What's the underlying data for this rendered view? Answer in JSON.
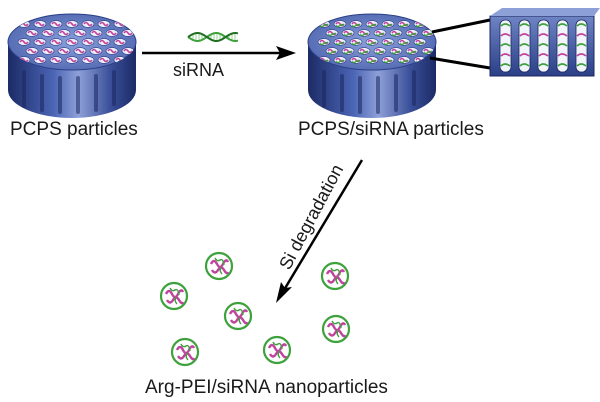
{
  "labels": {
    "pcps": "PCPS particles",
    "pcps_sirna": "PCPS/siRNA particles",
    "sirna": "siRNA",
    "degradation": "Si degradation",
    "final": "Arg-PEI/siRNA nanoparticles"
  },
  "colors": {
    "particle_side": "#2a3f86",
    "particle_top": "#6f84c4",
    "pore": "#eef1fb",
    "sirna_green": "#3ea23c",
    "payload_magenta": "#c0439d",
    "arrow": "#000000"
  },
  "icons": {
    "dna": "double-helix",
    "particle": "porous-cylinder"
  }
}
